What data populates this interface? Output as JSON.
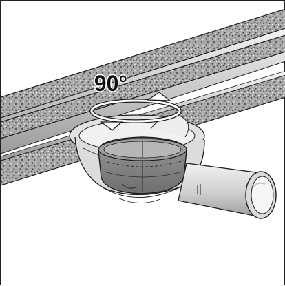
{
  "illustration": {
    "rotation_label": "90°",
    "components": [
      "upper-drain-channel",
      "lower-drain-channel",
      "rotation-arrow-icon",
      "drain-trap-body",
      "odour-seal-insert",
      "outlet-pipe"
    ]
  },
  "colors": {
    "stone_fill": "#a9a9a9",
    "stone_speckle_dark": "#4a4a4a",
    "stone_speckle_light": "#e6e6e6",
    "metal_light": "#ececec",
    "metal_mid": "#c8c8c8",
    "metal_dark": "#9a9a9a",
    "housing": "#dcdcdc",
    "insert": "#8c8c8c",
    "insert_dark": "#6a6a6a",
    "outline": "#1c1c1c",
    "background": "#ffffff"
  }
}
